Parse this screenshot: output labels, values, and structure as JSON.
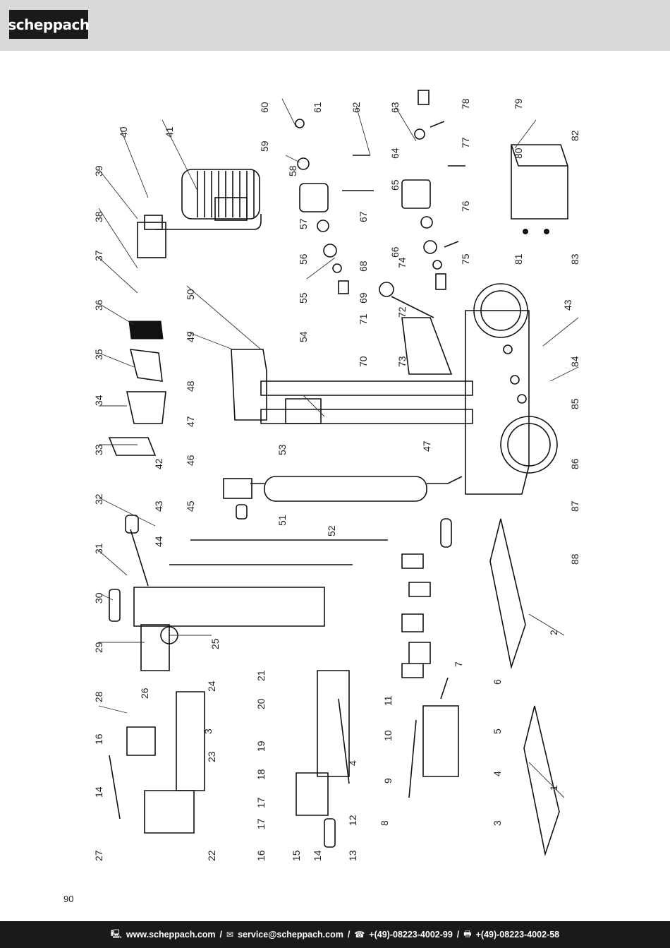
{
  "header": {
    "logo_text": "scheppach"
  },
  "page": {
    "number": "90"
  },
  "footer": {
    "web": "www.scheppach.com",
    "email": "service@scheppach.com",
    "phone": "+(49)-08223-4002-99",
    "fax": "+(49)-08223-4002-58",
    "separator": "/"
  },
  "callouts": [
    "1",
    "2",
    "3",
    "3",
    "4",
    "4",
    "5",
    "6",
    "7",
    "8",
    "9",
    "10",
    "11",
    "12",
    "13",
    "14",
    "14",
    "15",
    "16",
    "16",
    "17",
    "17",
    "18",
    "19",
    "20",
    "21",
    "22",
    "23",
    "24",
    "25",
    "26",
    "27",
    "28",
    "29",
    "30",
    "31",
    "32",
    "33",
    "34",
    "35",
    "36",
    "37",
    "38",
    "39",
    "40",
    "41",
    "42",
    "43",
    "43",
    "44",
    "45",
    "46",
    "47",
    "47",
    "48",
    "49",
    "50",
    "51",
    "52",
    "53",
    "54",
    "55",
    "56",
    "57",
    "58",
    "59",
    "60",
    "61",
    "62",
    "63",
    "64",
    "65",
    "66",
    "67",
    "68",
    "69",
    "70",
    "71",
    "72",
    "73",
    "74",
    "75",
    "76",
    "77",
    "78",
    "79",
    "80",
    "81",
    "82",
    "83",
    "84",
    "85",
    "86",
    "87",
    "88"
  ]
}
